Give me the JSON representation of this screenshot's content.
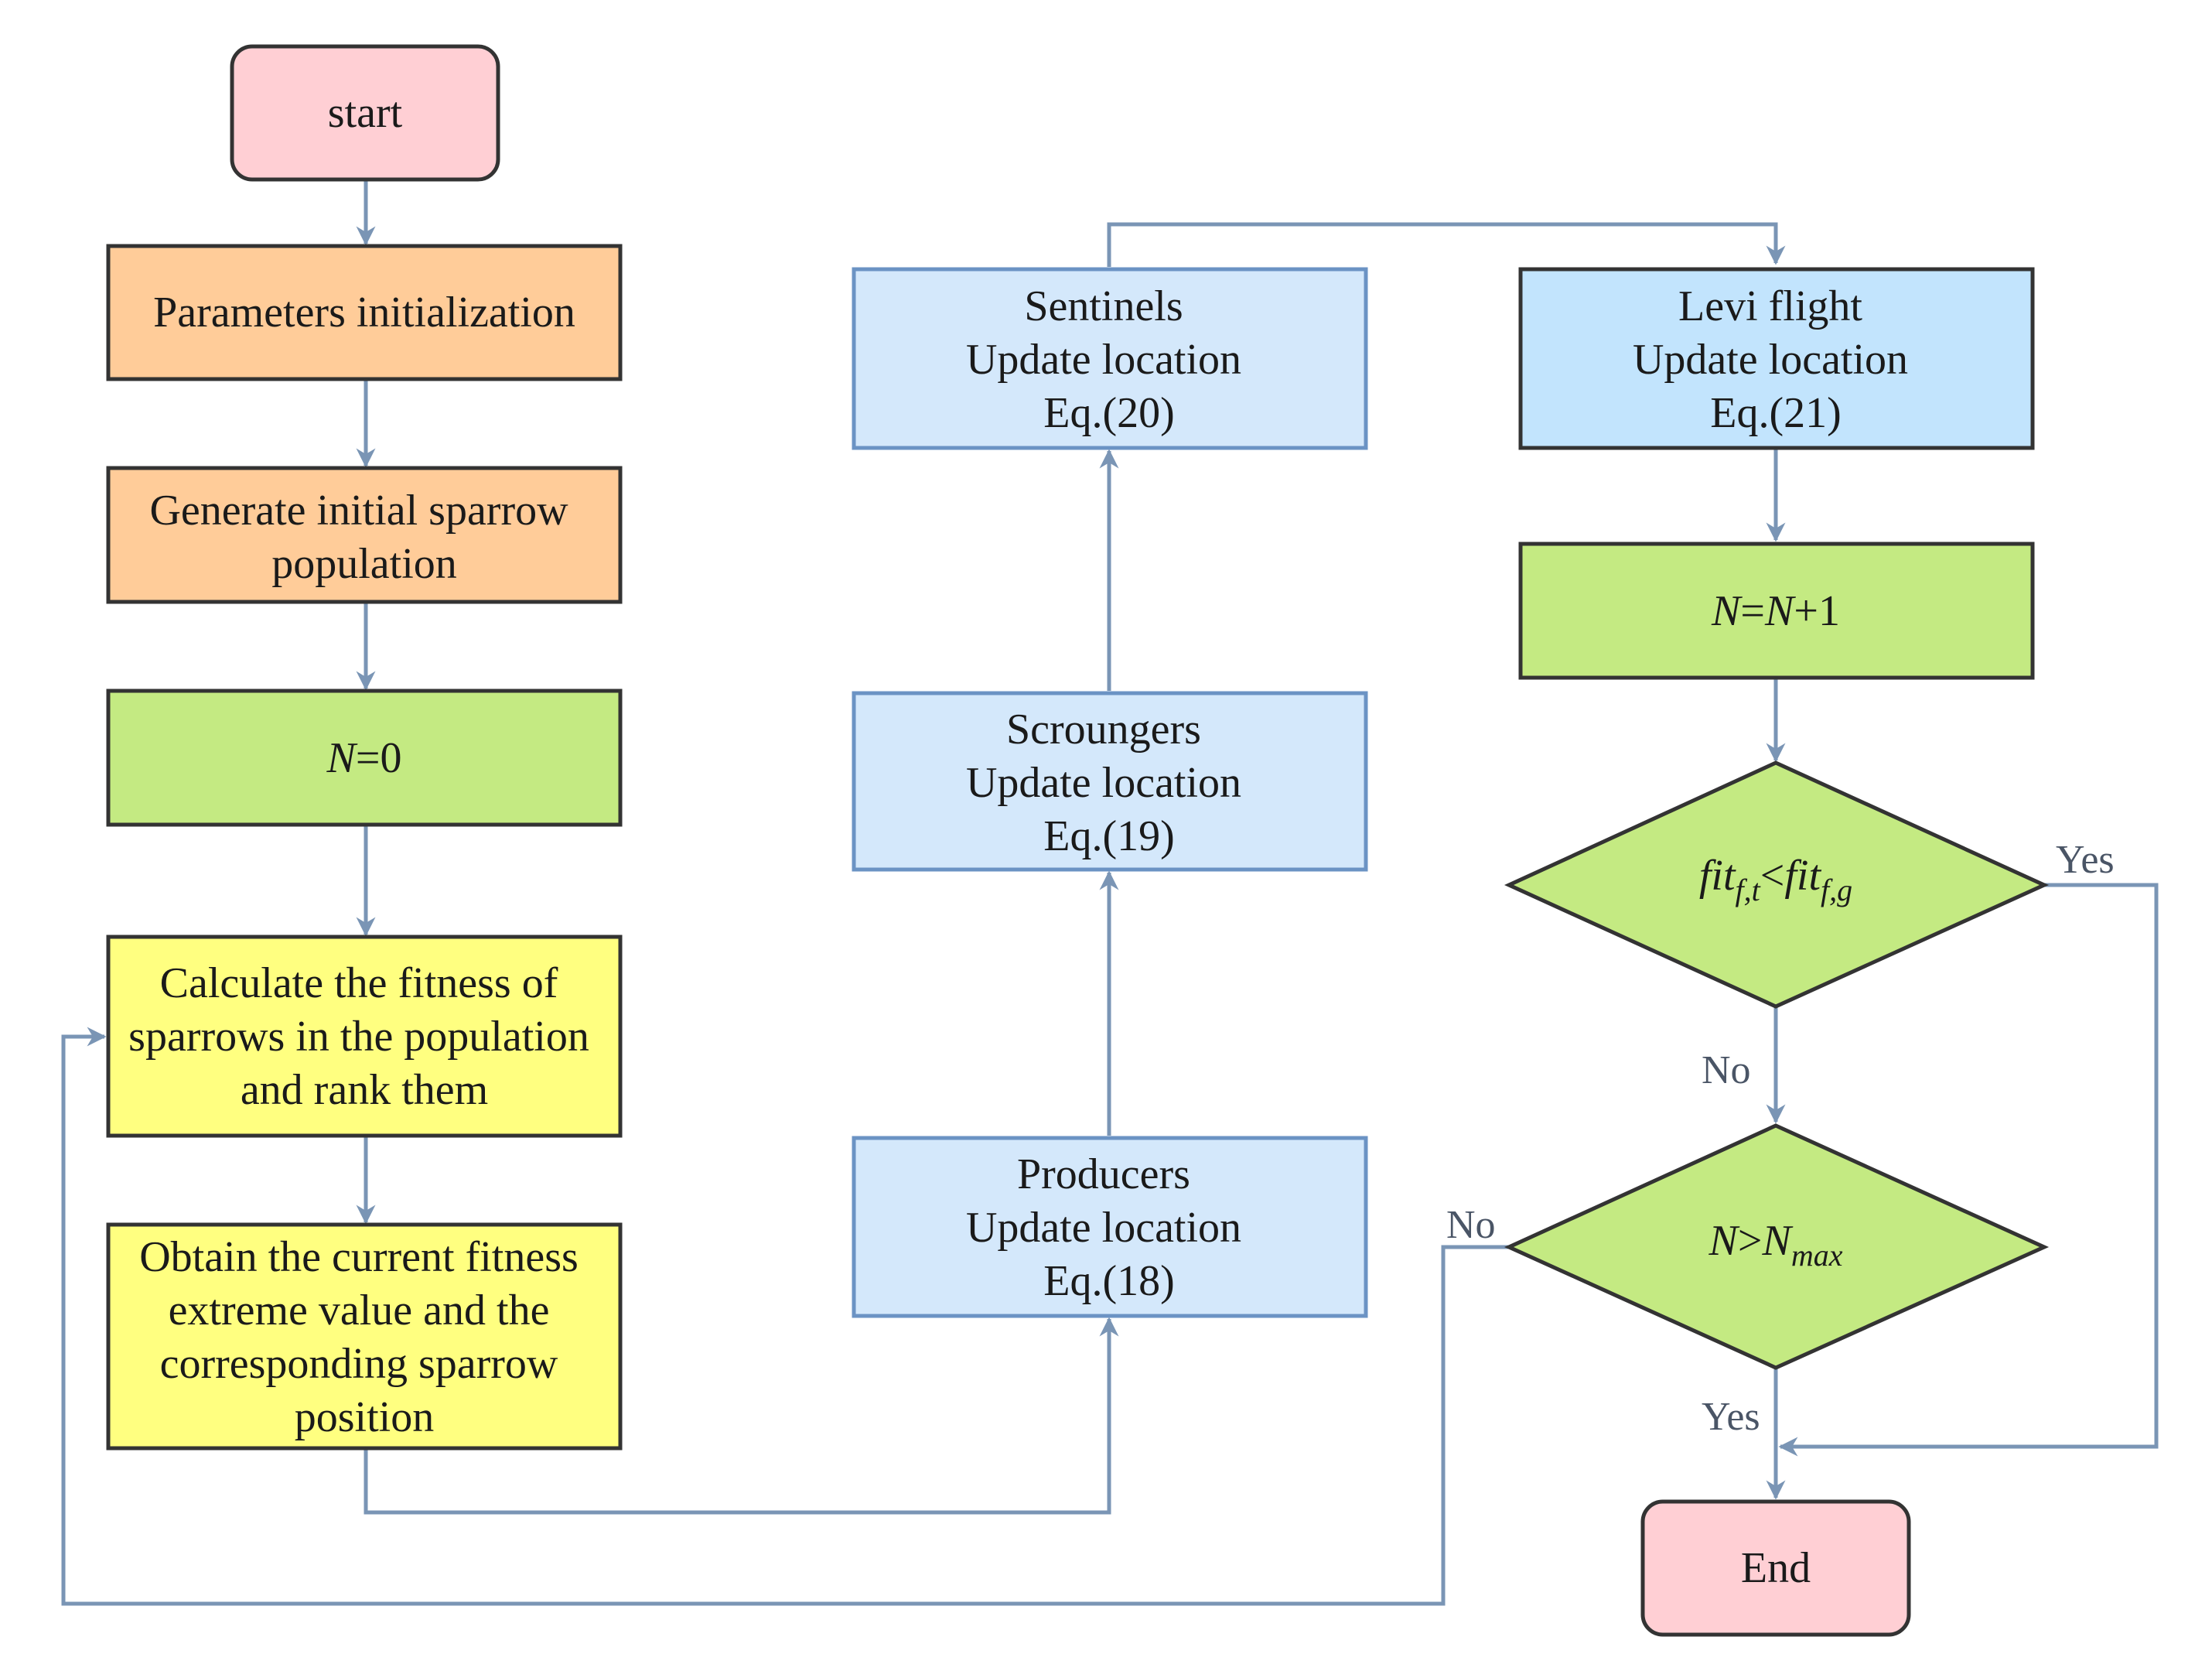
{
  "colors": {
    "terminal_fill": "#ffcfd4",
    "init_fill": "#ffcc99",
    "counter_fill": "#c4ea82",
    "calc_fill": "#ffff80",
    "update_fill": "#d4e8fb",
    "levi_fill": "#c2e4fd",
    "edge_color": "#7a95b5"
  },
  "nodes": {
    "start": {
      "label": "start"
    },
    "params": {
      "label": "Parameters initialization"
    },
    "generate": {
      "lines": [
        "Generate initial sparrow",
        "population"
      ]
    },
    "n0": {
      "var": "N",
      "rest": "=0"
    },
    "calc": {
      "lines": [
        "Calculate the fitness of",
        "sparrows in the population",
        "and rank them"
      ]
    },
    "obtain": {
      "lines": [
        "Obtain the current fitness",
        "extreme value and the",
        "corresponding sparrow",
        "position"
      ]
    },
    "producers": {
      "lines": [
        "Producers",
        "Update location",
        "Eq.(18)"
      ]
    },
    "scroungers": {
      "lines": [
        "Scroungers",
        "Update location",
        "Eq.(19)"
      ]
    },
    "sentinels": {
      "lines": [
        "Sentinels",
        "Update location",
        "Eq.(20)"
      ]
    },
    "levi": {
      "lines": [
        "Levi flight",
        "Update location",
        "Eq.(21)"
      ]
    },
    "increment": {
      "v1": "N",
      "eq": "=",
      "v2": "N",
      "plus": "+1"
    },
    "cond_fit": {
      "a": "fit",
      "a_sub": "f,t",
      "op": "<",
      "b": "fit",
      "b_sub": "f,g"
    },
    "cond_n": {
      "a": "N",
      "op": ">",
      "b": "N",
      "b_sub": "max"
    },
    "end": {
      "label": "End"
    }
  },
  "edge_labels": {
    "fit_yes": "Yes",
    "fit_no": "No",
    "n_no": "No",
    "n_yes": "Yes"
  }
}
